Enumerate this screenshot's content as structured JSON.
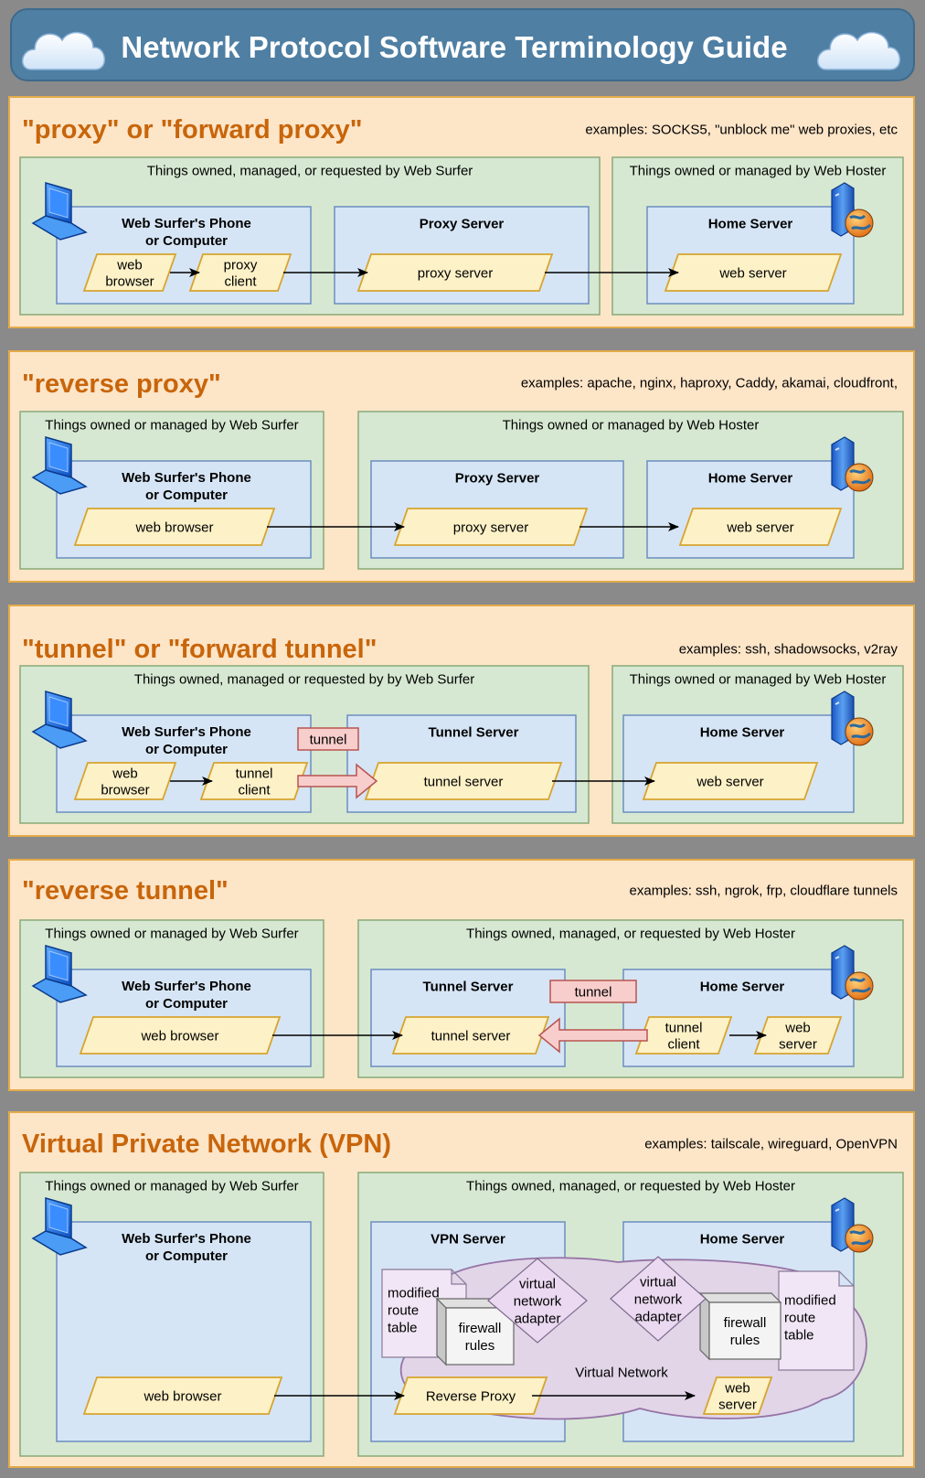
{
  "header": {
    "title": "Network Protocol Software Terminology Guide"
  },
  "colors": {
    "header_bg": "#4f7fa3",
    "section_bg": "#fde5c8",
    "section_border": "#e3ab4a",
    "owner_bg": "#d6e8d2",
    "owner_border": "#88aa78",
    "device_bg": "#d6e5f5",
    "device_border": "#6c8ebf",
    "parallelogram_bg": "#fdf1c7",
    "parallelogram_border": "#d6a430",
    "title_color": "#c8650a",
    "tunnel_label_bg": "#f8cecc",
    "tunnel_label_border": "#b85450",
    "virtual_network_bg": "#e1d5e7",
    "virtual_network_border": "#9673a6"
  },
  "sections": [
    {
      "title": "\"proxy\" or \"forward proxy\"",
      "examples": "examples: SOCKS5, \"unblock me\"  web proxies, etc",
      "owners": [
        "Things owned, managed, or requested by  Web Surfer",
        "Things owned or managed by Web Hoster"
      ],
      "devices": [
        "Web Surfer's Phone\nor Computer",
        "Proxy Server",
        "Home Server"
      ],
      "components": [
        "web\nbrowser",
        "proxy\nclient",
        "proxy server",
        "web server"
      ]
    },
    {
      "title": "\"reverse proxy\"",
      "examples": "examples: apache, nginx, haproxy, Caddy, akamai, cloudfront,",
      "owners": [
        "Things owned or managed by Web Surfer",
        "Things owned or managed by Web Hoster"
      ],
      "devices": [
        "Web Surfer's Phone\nor Computer",
        "Proxy Server",
        "Home Server"
      ],
      "components": [
        "web browser",
        "proxy server",
        "web server"
      ]
    },
    {
      "title": "\"tunnel\" or \"forward tunnel\"",
      "examples": "examples: ssh, shadowsocks, v2ray",
      "owners": [
        "Things owned, managed or requested by  by Web Surfer",
        "Things owned or managed by Web Hoster"
      ],
      "devices": [
        "Web Surfer's Phone\nor Computer",
        "Tunnel Server",
        "Home Server"
      ],
      "components": [
        "web\nbrowser",
        "tunnel\nclient",
        "tunnel server",
        "web server"
      ],
      "tunnel_label": "tunnel"
    },
    {
      "title": "\"reverse tunnel\"",
      "examples": "examples: ssh, ngrok, frp, cloudflare tunnels",
      "owners": [
        "Things owned or managed by Web Surfer",
        "Things owned, managed, or requested by Web Hoster"
      ],
      "devices": [
        "Web Surfer's Phone\nor Computer",
        "Tunnel Server",
        "Home Server"
      ],
      "components": [
        "web browser",
        "tunnel server",
        "tunnel\nclient",
        "web\nserver"
      ],
      "tunnel_label": "tunnel"
    },
    {
      "title": "Virtual Private Network (VPN)",
      "examples": "examples: tailscale, wireguard, OpenVPN",
      "owners": [
        "Things owned or managed by Web Surfer",
        "Things owned, managed, or requested by Web Hoster"
      ],
      "devices": [
        "Web Surfer's Phone\nor Computer",
        "VPN Server",
        "Home Server"
      ],
      "components": [
        "web browser",
        "Reverse Proxy",
        "web\nserver"
      ],
      "vpn_parts": {
        "route_table": "modified\nroute\ntable",
        "firewall": "firewall\nrules",
        "adapter": "virtual\nnetwork\nadapter",
        "virtual_network": "Virtual Network"
      }
    }
  ],
  "icons": {
    "laptop": "laptop-icon",
    "server": "server-globe-icon",
    "cloud": "cloud-icon"
  }
}
